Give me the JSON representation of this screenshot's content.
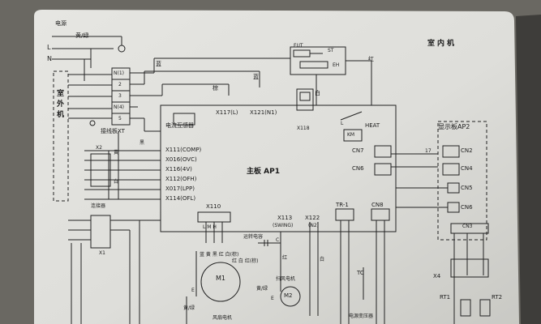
{
  "labels": {
    "power": "电源",
    "brown_red": "黄/绿",
    "L": "L",
    "N": "N",
    "indoor_unit": "室内机",
    "outdoor_unit": "室外机",
    "terminal_block": "接线板XT",
    "n1": "N(1)",
    "t2": "2",
    "t3": "3",
    "n4": "N(4)",
    "t5": "5",
    "fut": "FUT",
    "st": "ST",
    "eh": "EH",
    "red": "红",
    "blue": "蓝",
    "brown": "棕",
    "white": "白",
    "black": "黑",
    "yellow": "黄",
    "yellow_green": "黄/绿",
    "ct": "电流互感器",
    "x117": "X117(L)",
    "x121": "X121(N1)",
    "x118": "X118",
    "l": "L",
    "heat": "HEAT",
    "km": "KM",
    "main_board": "主板 AP1",
    "display_board": "显示板AP2",
    "x2": "X2",
    "x111": "X111(COMP)",
    "x016": "X016(OVC)",
    "x116": "X116(4V)",
    "x112": "X112(OFH)",
    "x017": "X017(LPP)",
    "x114": "X114(OFL)",
    "connector": "连接器",
    "x1": "X1",
    "cn7": "CN7",
    "cn6": "CN6",
    "w17": "17",
    "cn2": "CN2",
    "cn4": "CN4",
    "cn5": "CN5",
    "cn6b": "CN6",
    "cn3": "CN3",
    "x110": "X110",
    "lmh": "L M H",
    "x113": "X113",
    "swing": "(SWING)",
    "x122": "X122",
    "n2": "(N2)",
    "tr1": "TR-1",
    "cn8": "CN8",
    "cap": "运转电容",
    "c": "C",
    "swing_motor": "扫风电机",
    "m1": "M1",
    "m2": "M2",
    "tc": "TC",
    "transformer": "电源变压器",
    "fan_motor": "风扇电机",
    "e": "E",
    "x4": "X4",
    "rt1": "RT1",
    "rt2": "RT2",
    "wire_colors": "蓝 黄 黑 红 白(棕)",
    "wire_colors2": "红 白 红(棕)"
  }
}
